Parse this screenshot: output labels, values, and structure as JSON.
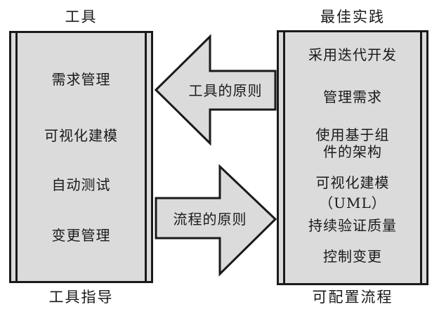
{
  "diagram": {
    "left_panel": {
      "title": "工具",
      "items": [
        "需求管理",
        "可视化建模",
        "自动测试",
        "变更管理"
      ],
      "caption": "工具指导"
    },
    "right_panel": {
      "title": "最佳实践",
      "items": [
        "采用迭代开发",
        "管理需求",
        "使用基于组\n件的架构",
        "可视化建模\n（UML）",
        "持续验证质量",
        "控制变更"
      ],
      "caption": "可配置流程"
    },
    "arrows": {
      "left_arrow_label": "工具的原则",
      "right_arrow_label": "流程的原则"
    },
    "colors": {
      "panel_fill": "#dbdbdb",
      "line": "#1a1a1a",
      "background": "#ffffff"
    }
  }
}
